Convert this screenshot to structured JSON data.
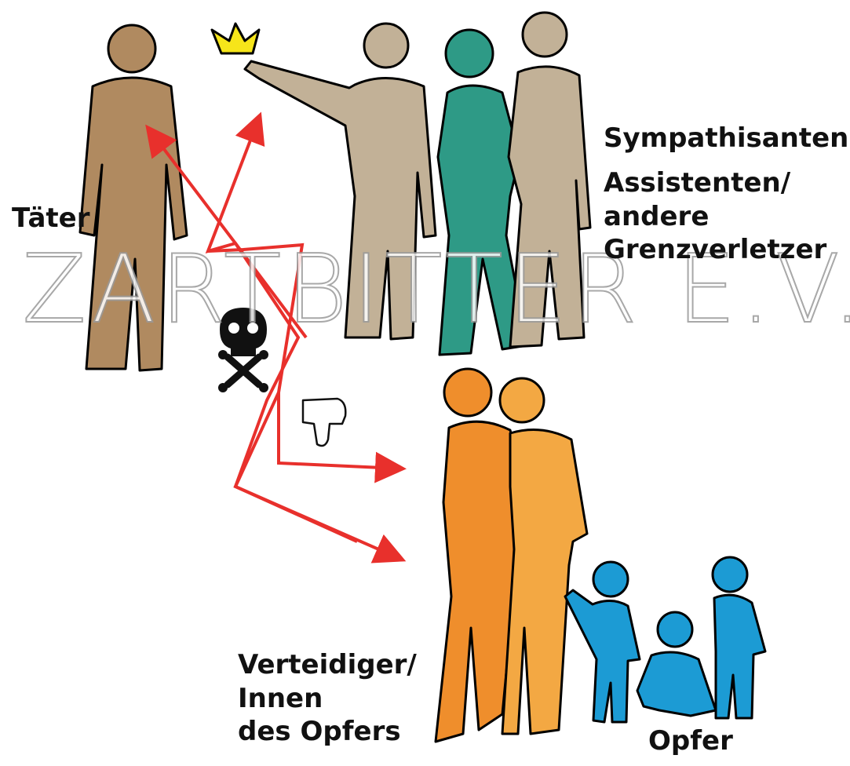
{
  "labels": {
    "perpetrator": "Täter",
    "sympathizers": "Sympathisanten",
    "assistants_line1": "Assistenten/",
    "assistants_line2": "andere",
    "assistants_line3": "Grenzverletzer",
    "defenders_line1": "Verteidiger/",
    "defenders_line2": "Innen",
    "defenders_line3": "des Opfers",
    "victims": "Opfer"
  },
  "watermark": "ZARTBITTER E.V.",
  "icons": [
    "crown-icon",
    "skull-and-crossbones-icon",
    "thumbs-down-icon"
  ],
  "colors": {
    "perpetrator": "#b08a60",
    "sympathizers": "#c2b197",
    "assistant": "#2e9a86",
    "defender_dark": "#ef8e2c",
    "defender_light": "#f3a843",
    "victims": "#1c9bd4",
    "arrows": "#e8302c",
    "crown": "#f6e51a"
  }
}
